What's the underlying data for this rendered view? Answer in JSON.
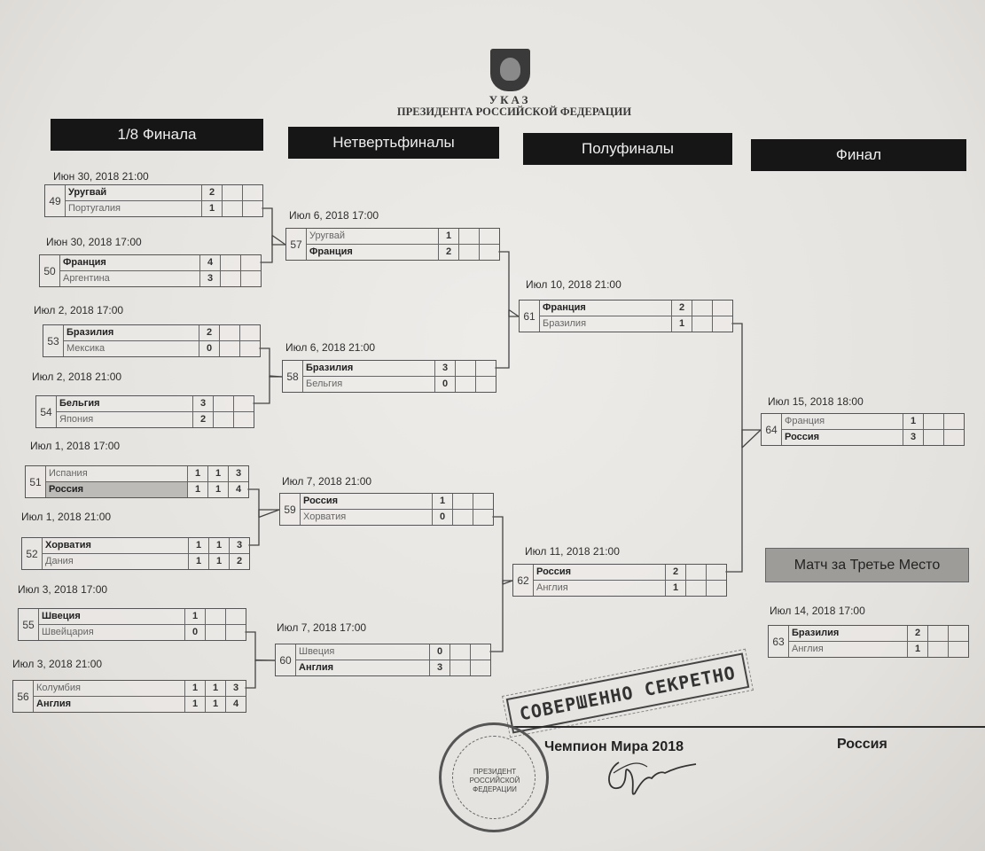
{
  "header": {
    "emblem_icon": "russian-coat-of-arms-icon",
    "title": "УКАЗ",
    "subtitle": "ПРЕЗИДЕНТА РОССИЙСКОЙ ФЕДЕРАЦИИ"
  },
  "rounds": [
    {
      "label": "1/8 Финала"
    },
    {
      "label": "Нетвертьфиналы"
    },
    {
      "label": "Полуфиналы"
    },
    {
      "label": "Финал"
    }
  ],
  "matches": [
    {
      "no": "49",
      "date": "Июн 30, 2018  21:00",
      "teams": [
        {
          "name": "Уругвай",
          "scores": [
            "2",
            "",
            ""
          ],
          "win": true
        },
        {
          "name": "Португалия",
          "scores": [
            "1",
            "",
            ""
          ]
        }
      ]
    },
    {
      "no": "50",
      "date": "Июн 30, 2018  17:00",
      "teams": [
        {
          "name": "Франция",
          "scores": [
            "4",
            "",
            ""
          ],
          "win": true
        },
        {
          "name": "Аргентина",
          "scores": [
            "3",
            "",
            ""
          ]
        }
      ]
    },
    {
      "no": "53",
      "date": "Июл 2, 2018  17:00",
      "teams": [
        {
          "name": "Бразилия",
          "scores": [
            "2",
            "",
            ""
          ],
          "win": true
        },
        {
          "name": "Мексика",
          "scores": [
            "0",
            "",
            ""
          ]
        }
      ]
    },
    {
      "no": "54",
      "date": "Июл 2, 2018  21:00",
      "teams": [
        {
          "name": "Бельгия",
          "scores": [
            "3",
            "",
            ""
          ],
          "win": true
        },
        {
          "name": "Япония",
          "scores": [
            "2",
            "",
            ""
          ]
        }
      ]
    },
    {
      "no": "51",
      "date": "Июл 1, 2018  17:00",
      "teams": [
        {
          "name": "Испания",
          "scores": [
            "1",
            "1",
            "3"
          ]
        },
        {
          "name": "Россия",
          "scores": [
            "1",
            "1",
            "4"
          ],
          "win": true,
          "shade": true
        }
      ]
    },
    {
      "no": "52",
      "date": "Июл 1, 2018  21:00",
      "teams": [
        {
          "name": "Хорватия",
          "scores": [
            "1",
            "1",
            "3"
          ],
          "win": true
        },
        {
          "name": "Дания",
          "scores": [
            "1",
            "1",
            "2"
          ]
        }
      ]
    },
    {
      "no": "55",
      "date": "Июл 3, 2018  17:00",
      "teams": [
        {
          "name": "Швеция",
          "scores": [
            "1",
            "",
            ""
          ],
          "win": true
        },
        {
          "name": "Швейцария",
          "scores": [
            "0",
            "",
            ""
          ]
        }
      ]
    },
    {
      "no": "56",
      "date": "Июл 3, 2018  21:00",
      "teams": [
        {
          "name": "Колумбия",
          "scores": [
            "1",
            "1",
            "3"
          ]
        },
        {
          "name": "Англия",
          "scores": [
            "1",
            "1",
            "4"
          ],
          "win": true
        }
      ]
    },
    {
      "no": "57",
      "date": "Июл 6, 2018  17:00",
      "teams": [
        {
          "name": "Уругвай",
          "scores": [
            "1",
            "",
            ""
          ]
        },
        {
          "name": "Франция",
          "scores": [
            "2",
            "",
            ""
          ],
          "win": true
        }
      ]
    },
    {
      "no": "58",
      "date": "Июл 6, 2018  21:00",
      "teams": [
        {
          "name": "Бразилия",
          "scores": [
            "3",
            "",
            ""
          ],
          "win": true
        },
        {
          "name": "Бельгия",
          "scores": [
            "0",
            "",
            ""
          ]
        }
      ]
    },
    {
      "no": "59",
      "date": "Июл 7, 2018  21:00",
      "teams": [
        {
          "name": "Россия",
          "scores": [
            "1",
            "",
            ""
          ],
          "win": true
        },
        {
          "name": "Хорватия",
          "scores": [
            "0",
            "",
            ""
          ]
        }
      ]
    },
    {
      "no": "60",
      "date": "Июл 7, 2018  17:00",
      "teams": [
        {
          "name": "Швеция",
          "scores": [
            "0",
            "",
            ""
          ]
        },
        {
          "name": "Англия",
          "scores": [
            "3",
            "",
            ""
          ],
          "win": true
        }
      ]
    },
    {
      "no": "61",
      "date": "Июл 10, 2018  21:00",
      "teams": [
        {
          "name": "Франция",
          "scores": [
            "2",
            "",
            ""
          ],
          "win": true
        },
        {
          "name": "Бразилия",
          "scores": [
            "1",
            "",
            ""
          ]
        }
      ]
    },
    {
      "no": "62",
      "date": "Июл 11, 2018  21:00",
      "teams": [
        {
          "name": "Россия",
          "scores": [
            "2",
            "",
            ""
          ],
          "win": true
        },
        {
          "name": "Англия",
          "scores": [
            "1",
            "",
            ""
          ]
        }
      ]
    },
    {
      "no": "64",
      "date": "Июл 15, 2018  18:00",
      "teams": [
        {
          "name": "Франция",
          "scores": [
            "1",
            "",
            ""
          ]
        },
        {
          "name": "Россия",
          "scores": [
            "3",
            "",
            ""
          ],
          "win": true
        }
      ]
    },
    {
      "no": "63",
      "date": "Июл 14, 2018  17:00",
      "teams": [
        {
          "name": "Бразилия",
          "scores": [
            "2",
            "",
            ""
          ],
          "win": true
        },
        {
          "name": "Англия",
          "scores": [
            "1",
            "",
            ""
          ]
        }
      ]
    }
  ],
  "third_place": {
    "label": "Матч за Третье Место"
  },
  "stamp": {
    "text": "СОВЕРШЕННО СЕКРЕТНО"
  },
  "champion": {
    "label": "Чемпион Мира 2018",
    "value": "Россия"
  },
  "seal": {
    "text": "ПРЕЗИДЕНТ РОССИЙСКОЙ ФЕДЕРАЦИИ"
  }
}
